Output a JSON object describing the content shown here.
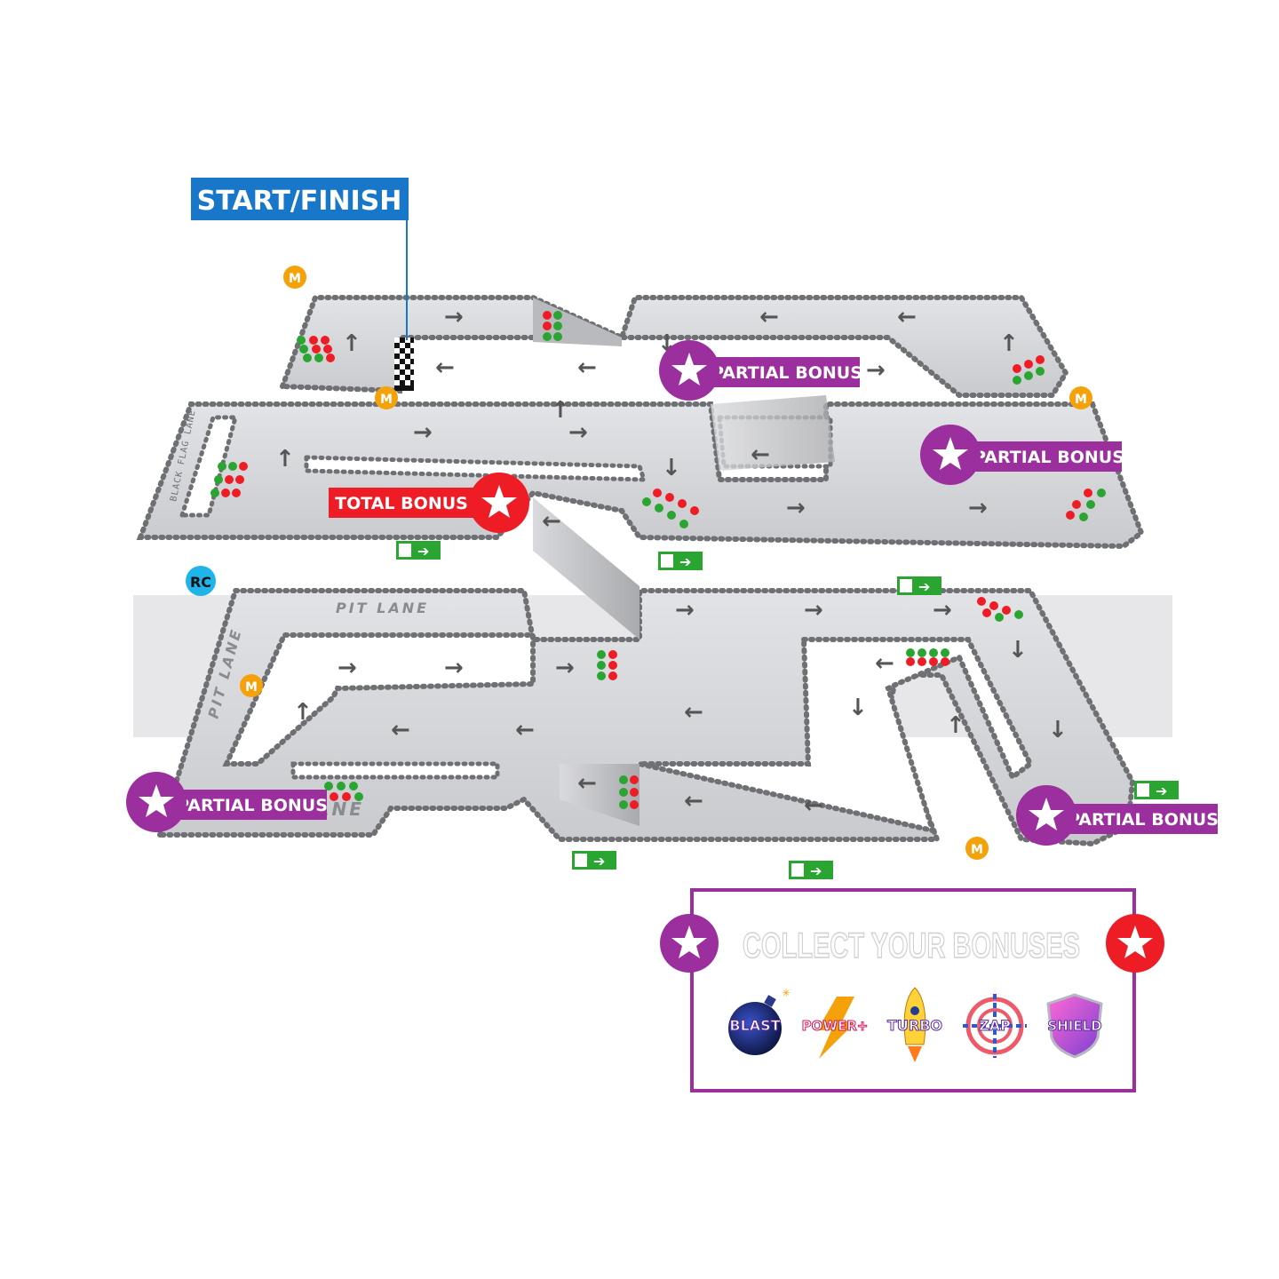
{
  "start_finish": {
    "label": "START/FINISH"
  },
  "bonuses": {
    "total_label": "TOTAL BONUS",
    "partial_label": "PARTIAL BONUS"
  },
  "markers": {
    "marshal": "M",
    "race_control": "RC"
  },
  "lanes": {
    "pit_lane": "PIT LANE",
    "pit_lane_bottom": "ANE",
    "black_flag_lane": "BLACK FLAG LANE"
  },
  "panel": {
    "title": "COLLECT YOUR BONUSES",
    "powerups": [
      {
        "label": "BLAST",
        "icon": "bomb-icon"
      },
      {
        "label": "POWER+",
        "icon": "lightning-icon"
      },
      {
        "label": "TURBO",
        "icon": "rocket-icon"
      },
      {
        "label": "ZAP",
        "icon": "target-icon"
      },
      {
        "label": "SHIELD",
        "icon": "shield-icon"
      }
    ]
  },
  "colors": {
    "start_blue": "#1877c9",
    "bonus_purple": "#9b2f9e",
    "bonus_red": "#ee1d25",
    "marshal_orange": "#f5a10a",
    "rc_blue": "#1fb4ea",
    "exit_green": "#2aa532",
    "track_gray": "#d6d7da",
    "tire_gray": "#6f7073"
  }
}
